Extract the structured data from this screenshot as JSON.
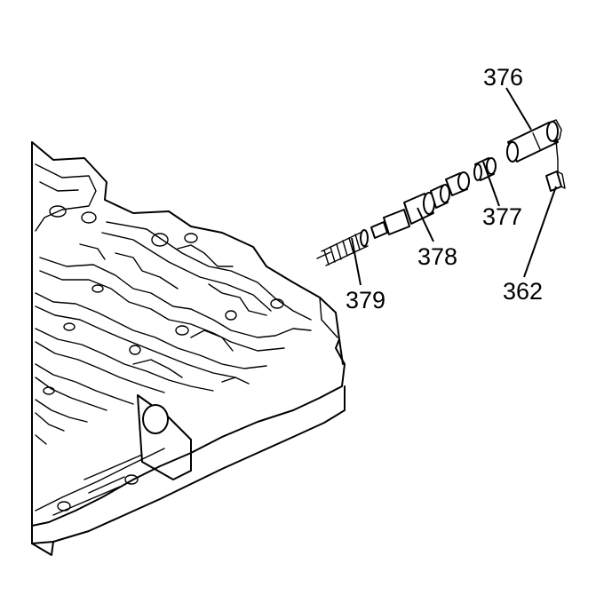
{
  "callouts": {
    "c376": "376",
    "c377": "377",
    "c378": "378",
    "c379": "379",
    "c362": "362"
  }
}
